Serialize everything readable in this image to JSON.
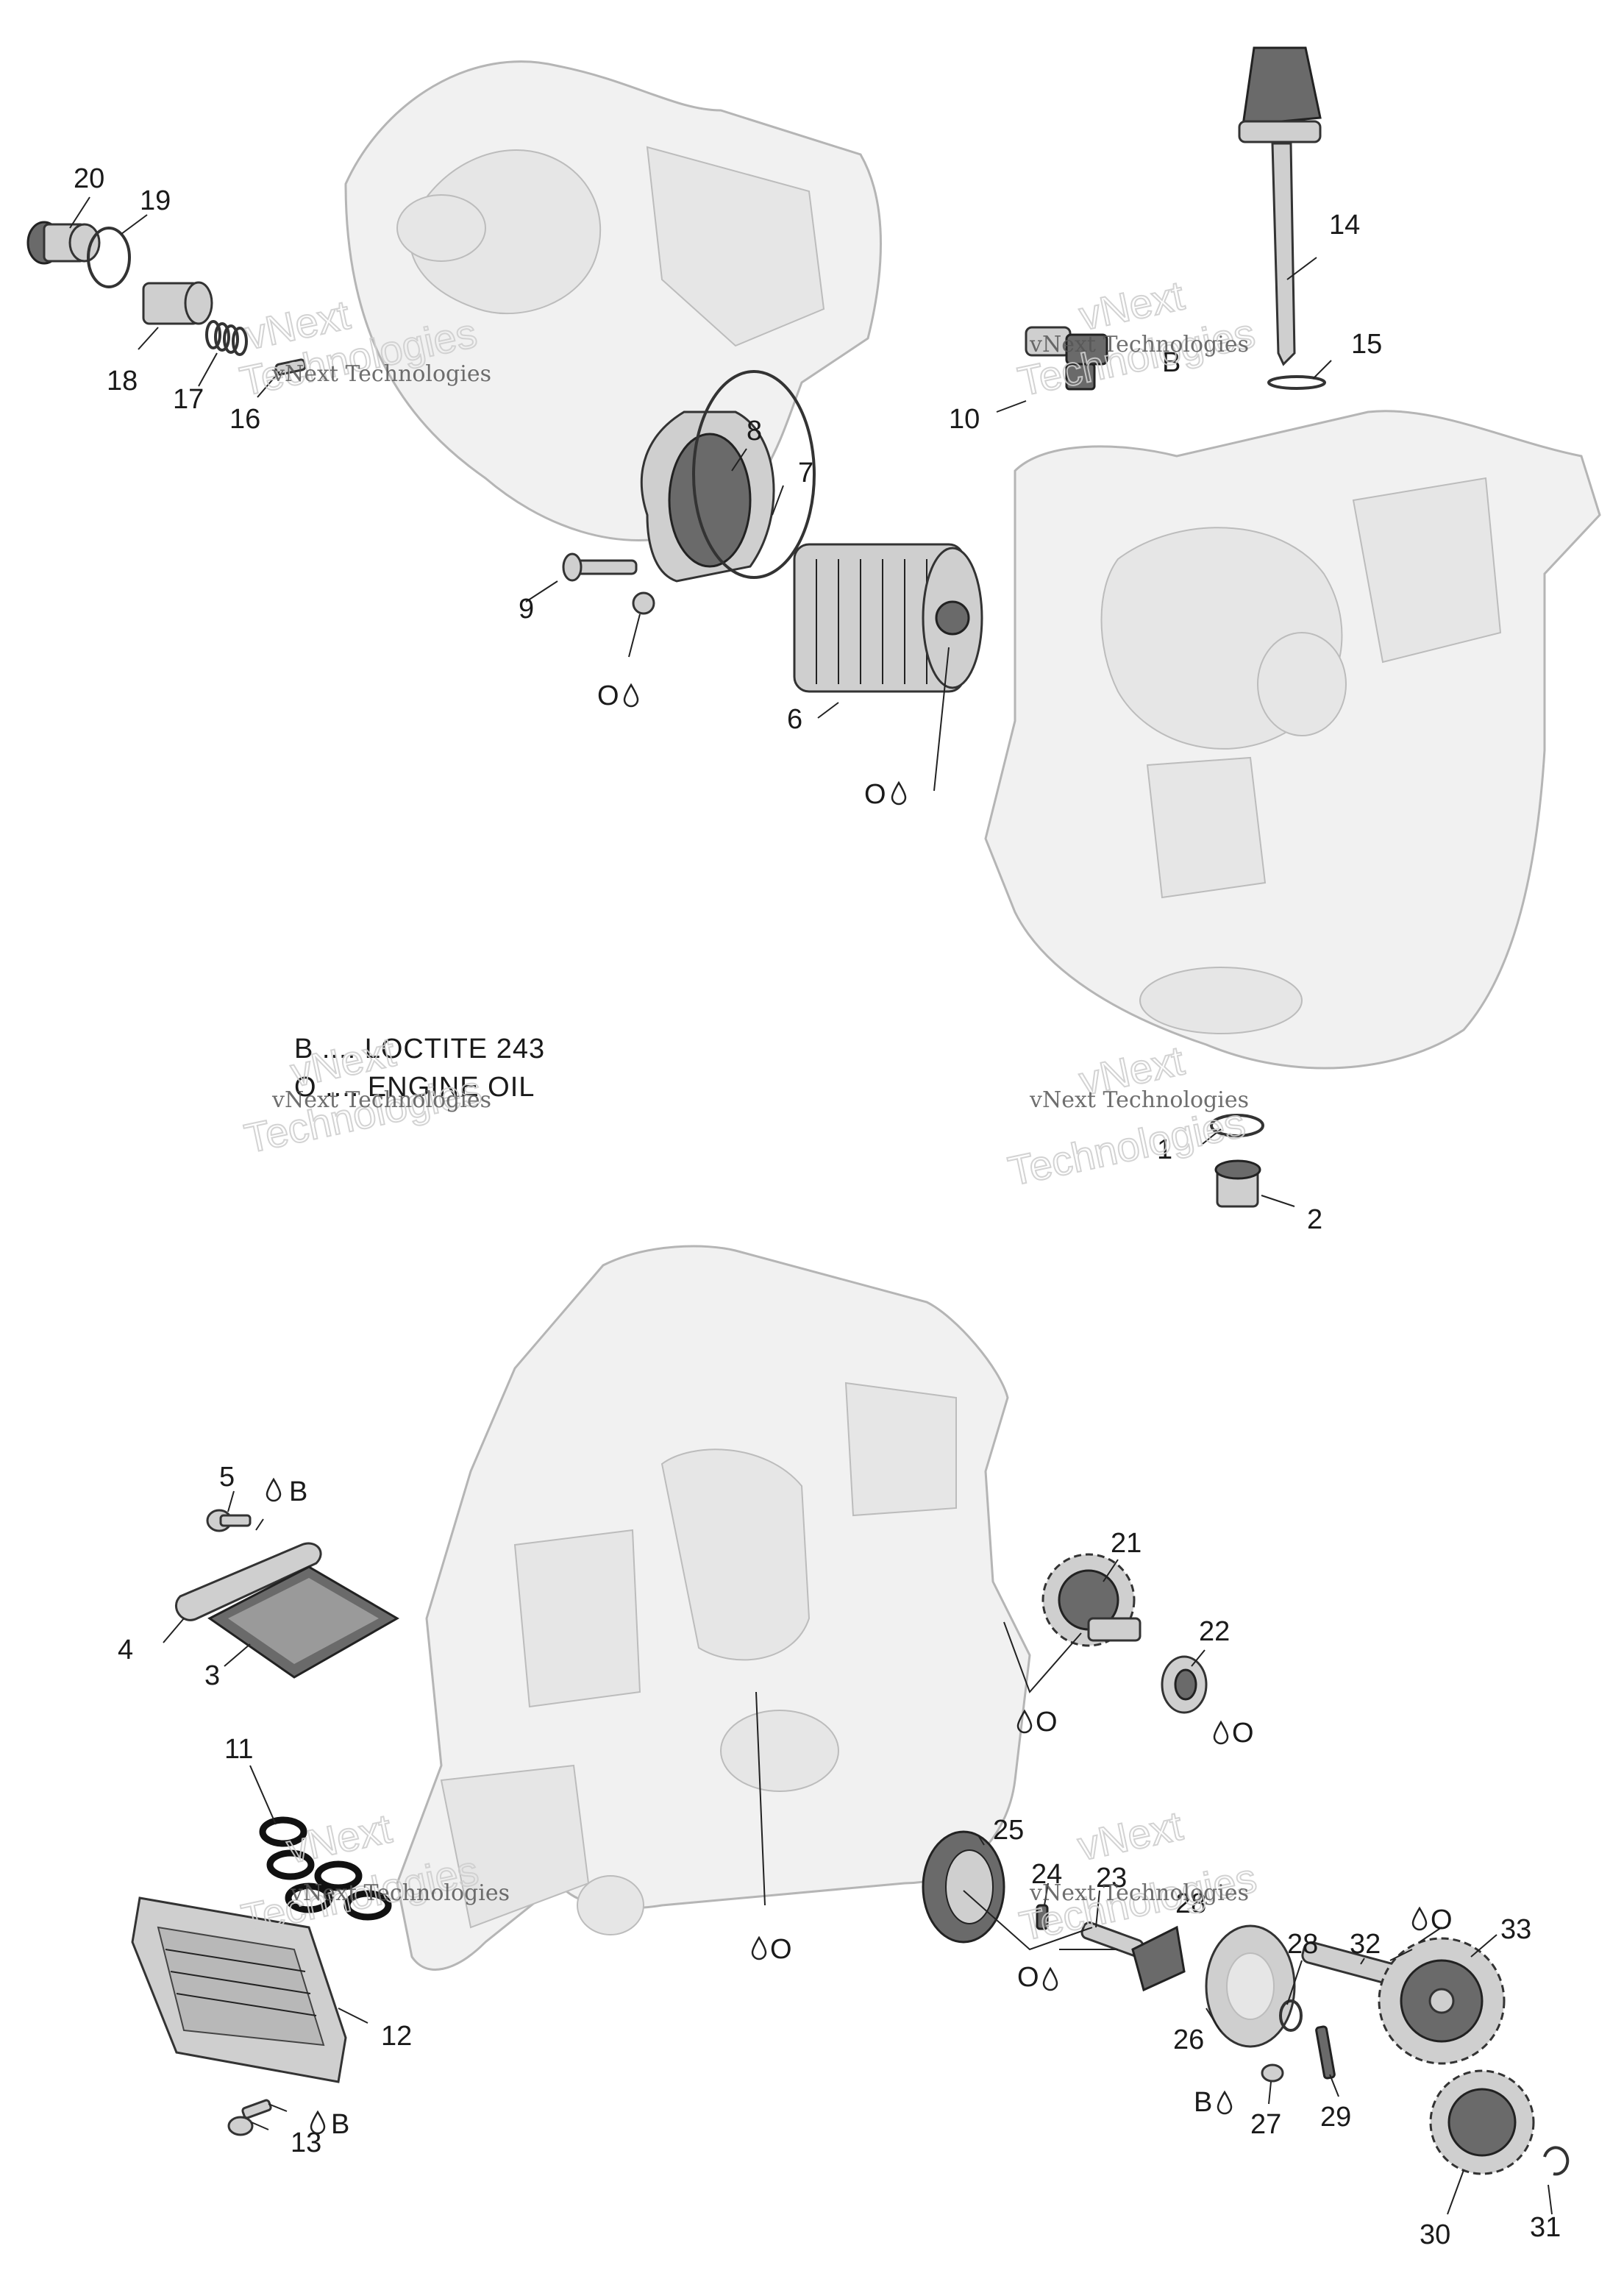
{
  "legend": {
    "b_line": "B .... LOCTITE 243",
    "o_line": "O .... ENGINE OIL"
  },
  "watermark": {
    "line1": "vNext Technologies",
    "line2": "vNext",
    "line3": "Technologies"
  },
  "callouts": {
    "n1": "1",
    "n2": "2",
    "n3": "3",
    "n4": "4",
    "n5": "5",
    "n6": "6",
    "n7": "7",
    "n8": "8",
    "n9": "9",
    "n10": "10",
    "n11": "11",
    "n12": "12",
    "n13": "13",
    "n14": "14",
    "n15": "15",
    "n16": "16",
    "n17": "17",
    "n18": "18",
    "n19": "19",
    "n20": "20",
    "n21": "21",
    "n22": "22",
    "n23": "23",
    "n24": "24",
    "n25": "25",
    "n26": "26",
    "n27": "27",
    "n28": "28",
    "n29": "29",
    "n30": "30",
    "n31": "31",
    "n32": "32",
    "n33": "33"
  },
  "symbols": {
    "oil": "O",
    "loctite": "B"
  }
}
